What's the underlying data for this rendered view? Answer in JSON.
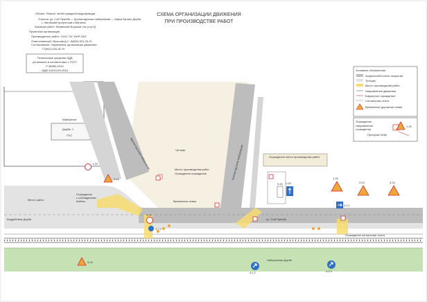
{
  "title": {
    "line1": "СХЕМА ОРГАНИЗАЦИИ ДВИЖЕНИЯ",
    "line2": "ПРИ ПРОИЗВОДСТВЕ РАБОТ"
  },
  "header_info": [
    "Объект: Ремонт сетей городской водопровода",
    "Участок: ул. Сой Приоба — Кронштадтская набережная — Кирка Брокко Дорба",
    "г. Лагойский прогрессив и Вагония",
    "Заказчик работ: Финанский Бороков ллс (стр.6)",
    "Проектная организация",
    "Производитель работ: ООО \"СК \"АНР-ГАЗ\"",
    "Ответственный: Ярослав Д.С. 8(800) 831-05-21",
    "Согласованно: Управление организации движения",
    "+7(902) 208-18-79"
  ],
  "stamp_box": {
    "line1": "Технические средства ОДД",
    "line2": "установить в соответствии с ГОСТ",
    "line3": "Р 58350-2019",
    "line4": "ОДМ 218.6.019-2016"
  },
  "legend": {
    "title": "Условные обозначения",
    "items": [
      "Асфальтобетонное покрытие",
      "Тротуар",
      "Место производства работ",
      "Направление движения",
      "Барьерное ограждение",
      "Сигнальная лента",
      "Временные дорожные знаки"
    ]
  },
  "right_notes": {
    "title": "Ограждения",
    "line1": "Направление",
    "line2": "ограждения",
    "line3": "Пропуски 3х3м"
  },
  "road_labels": {
    "embankment_left": "Кронштадтская набережная",
    "embankment_right": "Кронштадтская набережная",
    "street_bottom": "ул. Сой Приоба",
    "sidewalk": "тротуар",
    "left_street": "Кирдоблина Дорба",
    "bottom_bar": "Набережная Дорба",
    "shed_l1": "Камбузные",
    "shed_l2": "Дорба, 1",
    "shed_l3": "ПТС"
  },
  "notes": {
    "center": "Место производства работ",
    "center_sub": "Ограждения ограждение",
    "left_fence": "Ограждение",
    "left_fence_sub": "с соблюдением",
    "left_fence_sub2": "Кабель",
    "left_work": "Место работ",
    "right_strip": "Ограждение место производства работ",
    "right_bottom": "Ограждение сигнальная лента",
    "bottom_mid": "Временные знаки"
  },
  "signs": {
    "s1": "3.24",
    "s2": "1.25",
    "s3": "3.20",
    "s4": "4.2.2",
    "s5": "1.25",
    "s6": "3.24",
    "s7": "3.24",
    "s8": "4.2.2",
    "s9": "1.25",
    "s10": "4.2.1",
    "s11": "5.19",
    "s12": "4.2.2",
    "s13": "3.24",
    "s14": "1.25"
  },
  "colors": {
    "road": "#a9a9a9",
    "work_area": "#f2ecd9",
    "highlight": "#f7dc6f",
    "sign_red": "#d32f2f",
    "sign_blue": "#2f6fc4",
    "sign_orange": "#f0a73a",
    "green_strip": "#c6e2b5",
    "rail": "#555555"
  },
  "icons": {
    "warning": "triangle-warning-icon",
    "speed": "speed-limit-icon",
    "direction": "arrow-direction-icon",
    "cone": "traffic-cone-icon"
  }
}
